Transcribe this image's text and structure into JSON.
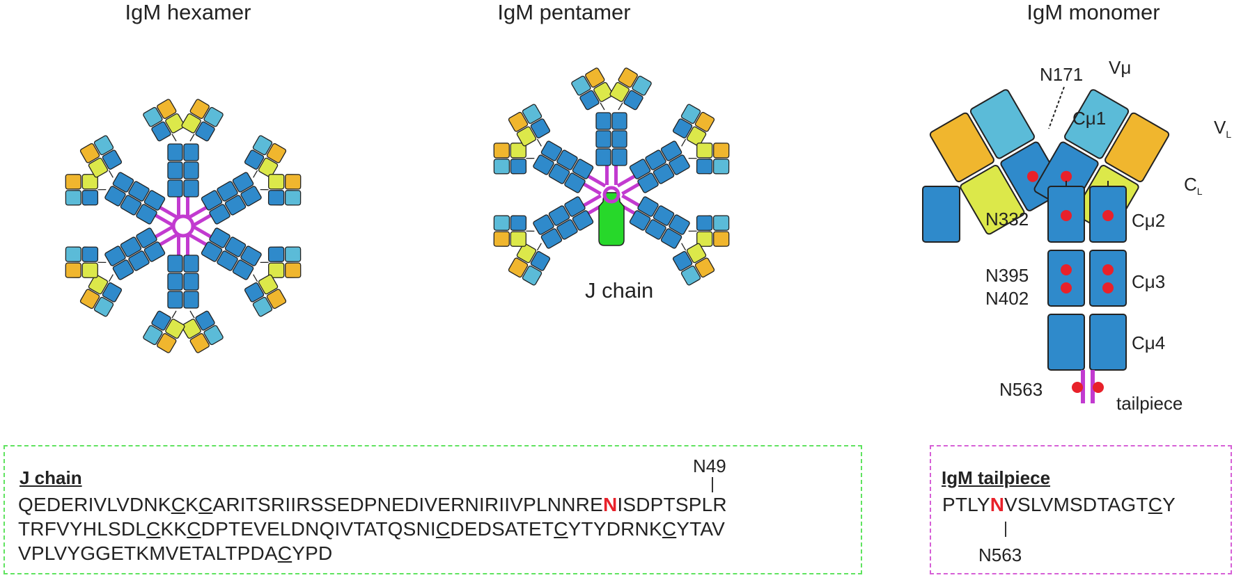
{
  "titles": {
    "hexamer": "IgM hexamer",
    "pentamer": "IgM pentamer",
    "monomer": "IgM monomer"
  },
  "labels": {
    "j_chain_diagram": "J chain",
    "n171": "N171",
    "vmu": "Vμ",
    "vl": "V",
    "vl_sub": "L",
    "cmu1": "Cμ1",
    "cl": "C",
    "cl_sub": "L",
    "n332": "N332",
    "cmu2": "Cμ2",
    "n395": "N395",
    "n402": "N402",
    "cmu3": "Cμ3",
    "cmu4": "Cμ4",
    "n563": "N563",
    "tailpiece": "tailpiece"
  },
  "jchain_box": {
    "heading": "J chain",
    "site_label": "N49",
    "line1": [
      {
        "t": "QEDERIVLVDNK"
      },
      {
        "t": "C",
        "u": true
      },
      {
        "t": "K"
      },
      {
        "t": "C",
        "u": true
      },
      {
        "t": "ARITSRIIRSSEDPNEDIVERNIRIIVPLNNRE"
      },
      {
        "t": "N",
        "red": true
      },
      {
        "t": "ISDPTSPLR"
      }
    ],
    "line2": [
      {
        "t": "TRFVYHLSDL"
      },
      {
        "t": "C",
        "u": true
      },
      {
        "t": "KK"
      },
      {
        "t": "C",
        "u": true
      },
      {
        "t": "DPTEVELDNQIVTATQSNI"
      },
      {
        "t": "C",
        "u": true
      },
      {
        "t": "DEDSATET"
      },
      {
        "t": "C",
        "u": true
      },
      {
        "t": "YTYDRNK"
      },
      {
        "t": "C",
        "u": true
      },
      {
        "t": "YTAV"
      }
    ],
    "line3": [
      {
        "t": "VPLVYGGETKMVETALTPDA"
      },
      {
        "t": "C",
        "u": true
      },
      {
        "t": "YPD"
      }
    ]
  },
  "tailpiece_box": {
    "heading": "IgM tailpiece",
    "site_label": "N563",
    "line1": [
      {
        "t": "PTLY"
      },
      {
        "t": "N",
        "red": true
      },
      {
        "t": "VSLVMSDTAGT"
      },
      {
        "t": "C",
        "u": true
      },
      {
        "t": "Y"
      }
    ]
  },
  "colors": {
    "heavy_constant": "#2f8acb",
    "heavy_variable": "#5bbbd8",
    "light_constant": "#dce84a",
    "light_variable": "#f0b62e",
    "disulfide": "#c23ad0",
    "j_chain": "#27d82a",
    "glycan": "#e8212a",
    "jchain_border": "#5fe35f",
    "tailpiece_border": "#d65fd6"
  }
}
